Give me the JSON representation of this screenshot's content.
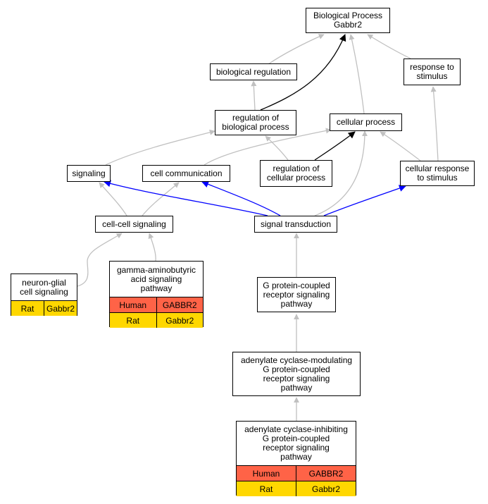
{
  "colors": {
    "human_row": "#ff6347",
    "rat_row": "#ffd700",
    "edge_gray": "#c0c0c0",
    "edge_black": "#000000",
    "edge_blue": "#0000ff"
  },
  "nodes": {
    "bp": "Biological Process\nGabbr2",
    "biological_regulation": "biological regulation",
    "response_to_stimulus": "response to\nstimulus",
    "regulation_of_biological_process": "regulation of\nbiological process",
    "cellular_process": "cellular process",
    "signaling": "signaling",
    "cell_communication": "cell communication",
    "regulation_of_cellular_process": "regulation of\ncellular process",
    "cellular_response_to_stimulus": "cellular response\nto stimulus",
    "cell_cell_signaling": "cell-cell signaling",
    "signal_transduction": "signal transduction",
    "gpcr_signaling": "G protein-coupled\nreceptor signaling\npathway",
    "ac_modulating": "adenylate cyclase-modulating\nG protein-coupled\nreceptor signaling\npathway"
  },
  "annotated": {
    "neuron_glial": {
      "label": "neuron-glial\ncell signaling",
      "rows": [
        {
          "species": "Rat",
          "gene": "Gabbr2"
        }
      ]
    },
    "gaba": {
      "label": "gamma-aminobutyric\nacid signaling\npathway",
      "rows": [
        {
          "species": "Human",
          "gene": "GABBR2"
        },
        {
          "species": "Rat",
          "gene": "Gabbr2"
        }
      ]
    },
    "ac_inhibiting": {
      "label": "adenylate cyclase-inhibiting\nG protein-coupled\nreceptor signaling\npathway",
      "rows": [
        {
          "species": "Human",
          "gene": "GABBR2"
        },
        {
          "species": "Rat",
          "gene": "Gabbr2"
        }
      ]
    }
  }
}
